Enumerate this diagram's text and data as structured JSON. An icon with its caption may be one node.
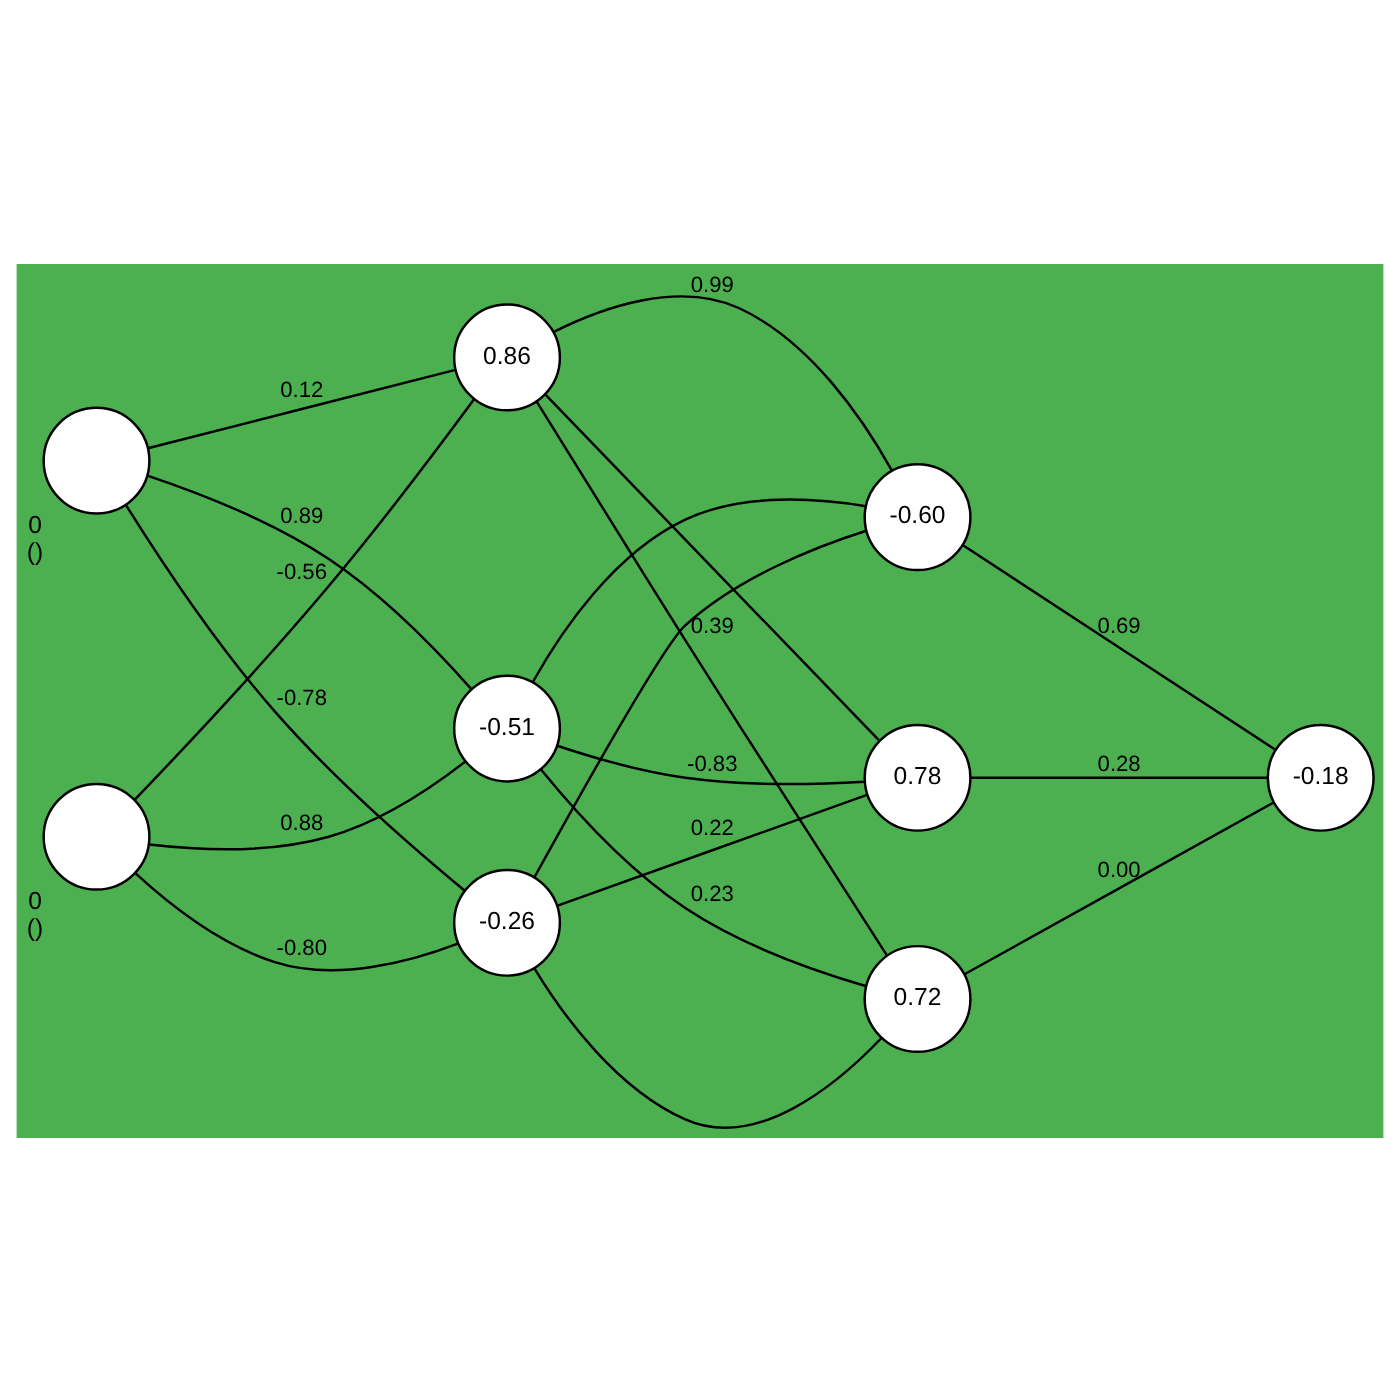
{
  "diagram": {
    "nodes": [
      {
        "text": [],
        "shape": "circle",
        "beside": [
          "0",
          "()"
        ]
      },
      {
        "text": [],
        "shape": "circle",
        "beside": [
          "0",
          "()"
        ]
      },
      {
        "text": [
          "0.86"
        ]
      },
      {
        "text": [
          "-0.51"
        ]
      },
      {
        "text": [
          "-0.26"
        ]
      },
      {
        "text": [
          "-0.60"
        ]
      },
      {
        "text": [
          "0.72"
        ]
      },
      {
        "text": [
          "0.78"
        ]
      },
      {
        "text": [
          "-0.18"
        ]
      }
    ],
    "edges": [
      {
        "from": 0,
        "to": 2,
        "arrow": "none",
        "label": "0.12"
      },
      {
        "from": 0,
        "to": 3,
        "arrow": "none",
        "label": "0.89"
      },
      {
        "from": 0,
        "to": 4,
        "arrow": "none",
        "label": "-0.78"
      },
      {
        "from": 1,
        "to": 2,
        "arrow": "none",
        "label": "-0.56"
      },
      {
        "from": 1,
        "to": 3,
        "arrow": "none",
        "label": "0.88"
      },
      {
        "from": 1,
        "to": 4,
        "arrow": "none",
        "label": "-0.80"
      },
      {
        "from": 2,
        "to": 5,
        "arrow": "none",
        "label": "0.99"
      },
      {
        "from": 2,
        "to": 6,
        "arrow": "none",
        "label": "0.39"
      },
      {
        "from": 2,
        "to": 7,
        "arrow": "none"
      },
      {
        "from": 3,
        "to": 5,
        "arrow": "none"
      },
      {
        "from": 3,
        "to": 6,
        "arrow": "none",
        "label": "0.23"
      },
      {
        "from": 3,
        "to": 7,
        "arrow": "none",
        "label": "-0.83"
      },
      {
        "from": 4,
        "to": 5,
        "arrow": "none"
      },
      {
        "from": 4,
        "to": 6,
        "arrow": "none"
      },
      {
        "from": 4,
        "to": 7,
        "arrow": "none",
        "label": "0.22"
      },
      {
        "from": 5,
        "to": 8,
        "arrow": "none",
        "label": "0.69"
      },
      {
        "from": 6,
        "to": 8,
        "arrow": "none",
        "label": "0.00"
      },
      {
        "from": 7,
        "to": 8,
        "arrow": "none",
        "label": "0.28"
      }
    ]
  }
}
